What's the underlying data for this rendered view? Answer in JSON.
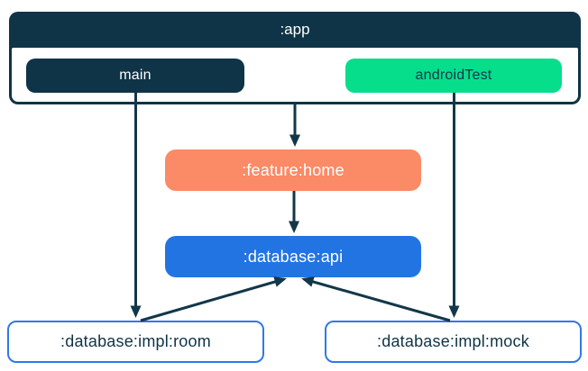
{
  "diagram": {
    "title": "module dependency diagram",
    "nodes": {
      "app": {
        "label": ":app"
      },
      "main": {
        "label": "main"
      },
      "androidTest": {
        "label": "androidTest"
      },
      "feature_home": {
        "label": ":feature:home"
      },
      "database_api": {
        "label": ":database:api"
      },
      "impl_room": {
        "label": ":database:impl:room"
      },
      "impl_mock": {
        "label": ":database:impl:mock"
      }
    },
    "edges": [
      {
        "from": "main",
        "to": ":database:impl:room"
      },
      {
        "from": "androidTest",
        "to": ":database:impl:mock"
      },
      {
        "from": ":app",
        "to": ":feature:home"
      },
      {
        "from": ":feature:home",
        "to": ":database:api"
      },
      {
        "from": ":database:impl:room",
        "to": ":database:api"
      },
      {
        "from": ":database:impl:mock",
        "to": ":database:api"
      }
    ],
    "colors": {
      "navy": "#0F3447",
      "green": "#07DE8C",
      "salmon": "#FB8A66",
      "blue": "#2374E3",
      "impl_border_blue": "#2F79E8",
      "background": "#FFFFFF"
    }
  }
}
